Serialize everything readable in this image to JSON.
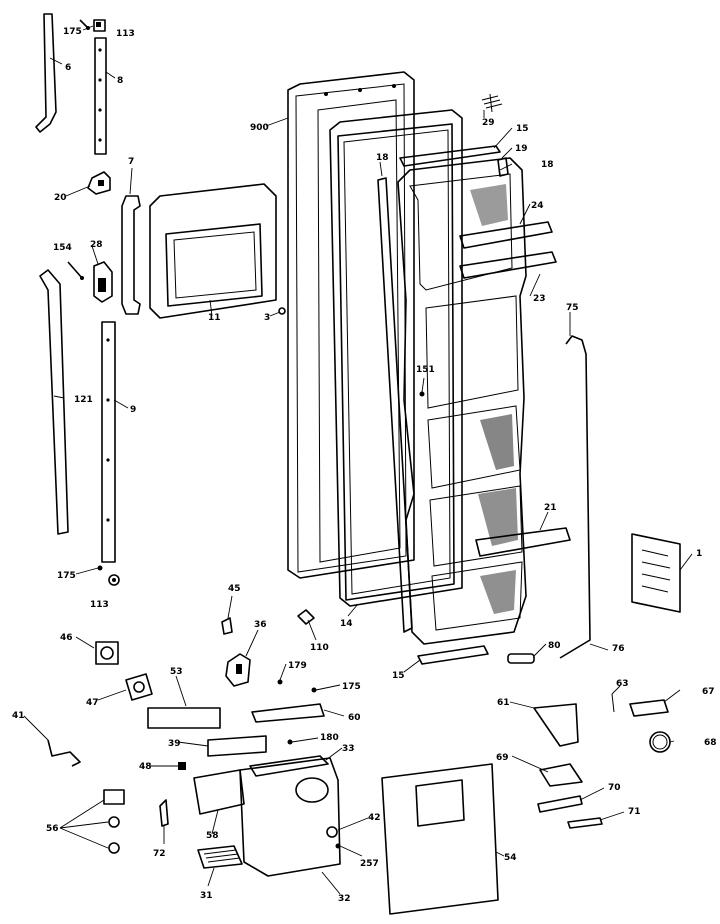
{
  "labels": {
    "l175a": "175",
    "l113a": "113",
    "l6": "6",
    "l8": "8",
    "l900": "900",
    "l29": "29",
    "l15a": "15",
    "l19": "19",
    "l18a": "18",
    "l18b": "18",
    "l7": "7",
    "l20": "20",
    "l24": "24",
    "l154": "154",
    "l28": "28",
    "l23": "23",
    "l11": "11",
    "l3": "3",
    "l75": "75",
    "l121": "121",
    "l151": "151",
    "l9": "9",
    "l21": "21",
    "l1": "1",
    "l175b": "175",
    "l113b": "113",
    "l45": "45",
    "l36": "36",
    "l46": "46",
    "l110": "110",
    "l14": "14",
    "l80": "80",
    "l76": "76",
    "l179": "179",
    "l15b": "15",
    "l53": "53",
    "l175c": "175",
    "l47": "47",
    "l61": "61",
    "l63": "63",
    "l67": "67",
    "l41": "41",
    "l60": "60",
    "l39": "39",
    "l180": "180",
    "l33": "33",
    "l68": "68",
    "l48": "48",
    "l69": "69",
    "l70": "70",
    "l71": "71",
    "l42": "42",
    "l56": "56",
    "l58": "58",
    "l72": "72",
    "l257": "257",
    "l54": "54",
    "l31": "31",
    "l32": "32"
  }
}
